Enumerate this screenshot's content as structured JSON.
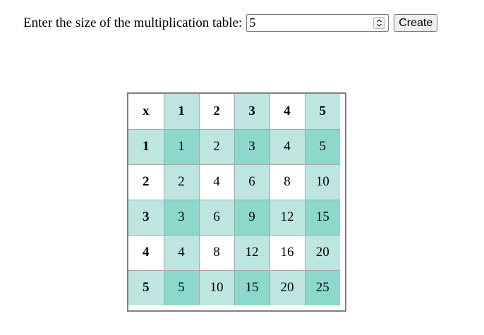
{
  "form": {
    "prompt_label": "Enter the size of the multiplication table:",
    "size_value": "5",
    "create_label": "Create"
  },
  "table": {
    "corner": "x",
    "size": 5,
    "colors": {
      "white": "#ffffff",
      "light": "#bde6e0",
      "mid": "#8dd8cc"
    }
  }
}
